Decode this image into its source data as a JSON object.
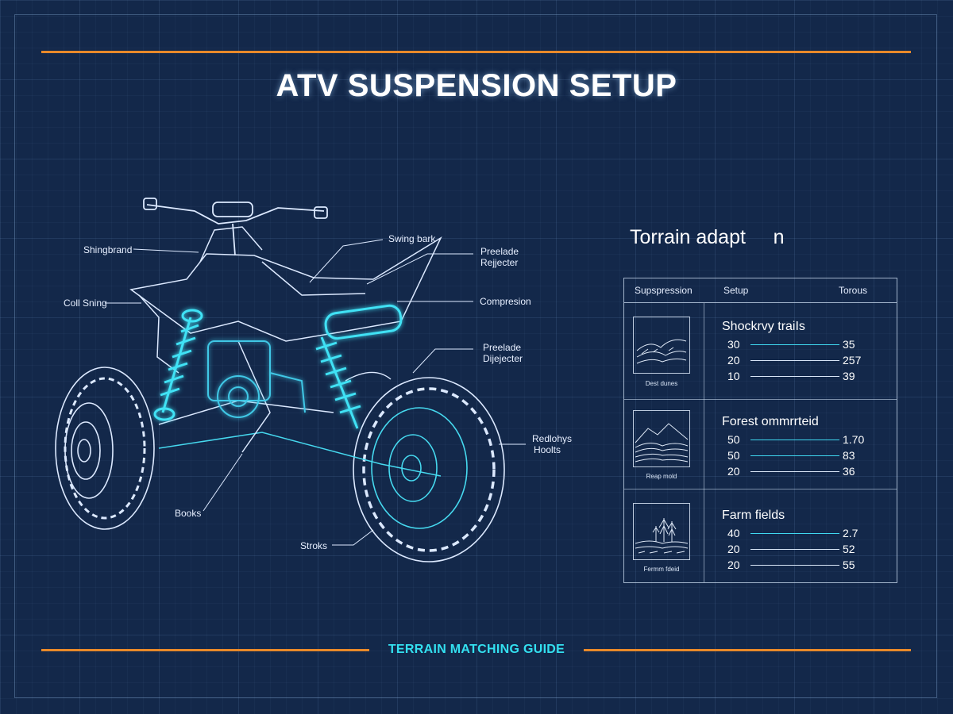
{
  "title": "ATV SUSPENSION SETUP",
  "footer": "TERRAIN MATCHING GUIDE",
  "colors": {
    "background": "#13284a",
    "accent_rule": "#e8892a",
    "glow": "#33e0f0"
  },
  "diagram": {
    "callouts": {
      "shingbrand": "Shingbrand",
      "coil_string": "Coll Sning",
      "swing_bark": "Swing bark",
      "preelade": "Preelade",
      "rejjecter": "Rejjecter",
      "compression": "Compresion",
      "preelade_2": "Preelade",
      "dijejecter": "Dijejecter",
      "redlohys": "Redlohys",
      "hoolts": "Hoolts",
      "books": "Books",
      "strooks": "Stroks"
    }
  },
  "panel": {
    "title": "Torrain adapt     n",
    "headers": {
      "suspension": "Supspression",
      "setup": "Setup",
      "torus": "Torous"
    },
    "rows": [
      {
        "caption": "Dest dunes",
        "name": "Shockrvy traiIs",
        "icon": "dunes-icon",
        "values": [
          {
            "left": "30",
            "right": "35"
          },
          {
            "left": "20",
            "right": "257"
          },
          {
            "left": "10",
            "right": "39"
          }
        ]
      },
      {
        "caption": "Reap mold",
        "name": "Forest ommrrteid",
        "icon": "mountains-icon",
        "values": [
          {
            "left": "50",
            "right": "1.70"
          },
          {
            "left": "50",
            "right": "83"
          },
          {
            "left": "20",
            "right": "36"
          }
        ]
      },
      {
        "caption": "Fermm fdeid",
        "name": "Farm fields",
        "icon": "forest-icon",
        "values": [
          {
            "left": "40",
            "right": "2.7"
          },
          {
            "left": "20",
            "right": "52"
          },
          {
            "left": "20",
            "right": "55"
          }
        ]
      }
    ]
  }
}
